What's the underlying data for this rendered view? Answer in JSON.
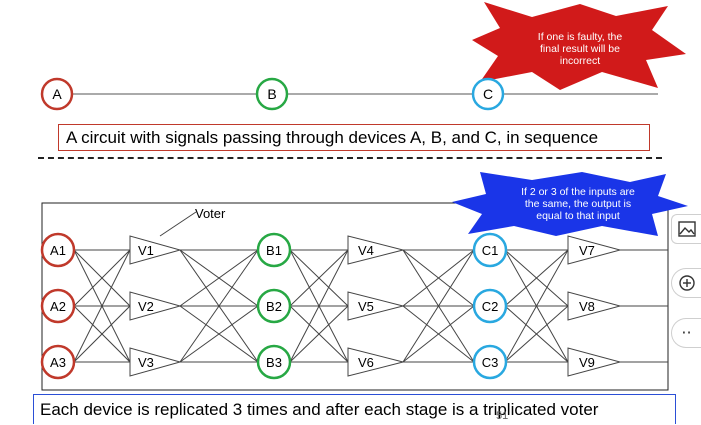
{
  "slide": {
    "callout_faulty": [
      "If one is faulty, the",
      "final result will be",
      "incorrect"
    ],
    "callout_voting": [
      "If 2 or 3 of the inputs are",
      "the same, the output is",
      "equal to that input"
    ],
    "series_nodes": [
      "A",
      "B",
      "C"
    ],
    "series_caption": "A circuit with signals passing through devices A, B, and C, in sequence",
    "voter_label": "Voter",
    "stage_a": [
      "A1",
      "A2",
      "A3"
    ],
    "stage_b": [
      "B1",
      "B2",
      "B3"
    ],
    "stage_c": [
      "C1",
      "C2",
      "C3"
    ],
    "voters_1": [
      "V1",
      "V2",
      "V3"
    ],
    "voters_2": [
      "V4",
      "V5",
      "V6"
    ],
    "voters_3": [
      "V7",
      "V8",
      "V9"
    ],
    "tmr_caption": "Each device is replicated 3 times and after each stage is a triplicated voter",
    "page_number": "51"
  },
  "side_toolbar": {
    "buttons": [
      "image-icon",
      "zoom-in-icon",
      "more-icon"
    ],
    "more_glyph": "··"
  },
  "colors": {
    "stage_a": "#c0392b",
    "stage_b": "#27a844",
    "stage_c": "#29a8e0",
    "burst_red": "#d11a1a",
    "burst_blue": "#1a35e8"
  }
}
